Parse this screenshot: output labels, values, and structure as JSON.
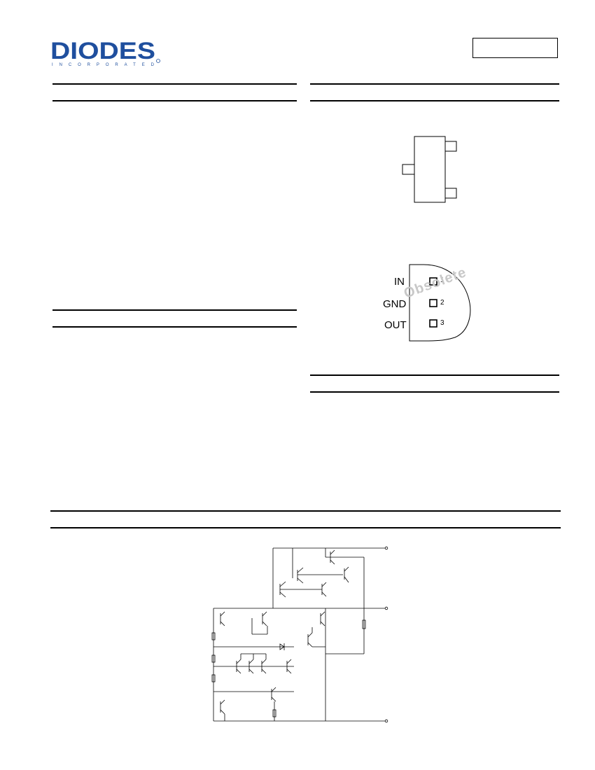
{
  "logo": {
    "name": "DIODES",
    "tagline": "INCORPORATED"
  },
  "header": {
    "part_number": ""
  },
  "pinout_to92": {
    "pins": [
      {
        "label": "IN",
        "number": "1"
      },
      {
        "label": "GND",
        "number": "2"
      },
      {
        "label": "OUT",
        "number": "3"
      }
    ],
    "watermark": "Obsolete"
  },
  "colors": {
    "logo_blue": "#1f4f9e",
    "watermark": "#c8c8c8",
    "ink": "#000000"
  }
}
